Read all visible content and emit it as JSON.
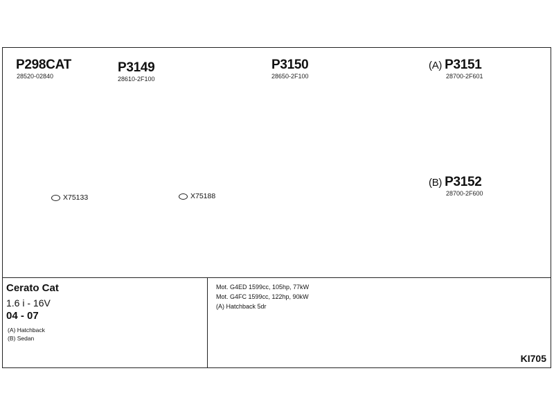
{
  "parts": {
    "cat": {
      "code": "P298CAT",
      "oem": "28520-02840"
    },
    "front_pipe": {
      "code": "P3149",
      "oem": "28610-2F100"
    },
    "center_pipe": {
      "code": "P3150",
      "oem": "28650-2F100"
    },
    "rear_a": {
      "prefix": "(A)",
      "code": "P3151",
      "oem": "28700-2F601"
    },
    "rear_b": {
      "prefix": "(B)",
      "code": "P3152",
      "oem": "28700-2F600"
    }
  },
  "clamps": [
    {
      "code": "X75133"
    },
    {
      "code": "X75188"
    }
  ],
  "vehicle": {
    "model": "Cerato Cat",
    "engine": "1.6 i - 16V",
    "years": "04 - 07",
    "variants": [
      "(A) Hatchback",
      "(B) Sedan"
    ]
  },
  "motor_notes": [
    "Mot. G4ED 1599cc, 105hp, 77kW",
    "Mot. G4FC 1599cc, 122hp, 90kW",
    "(A) Hatchback 5dr"
  ],
  "kit_code": "KI705"
}
